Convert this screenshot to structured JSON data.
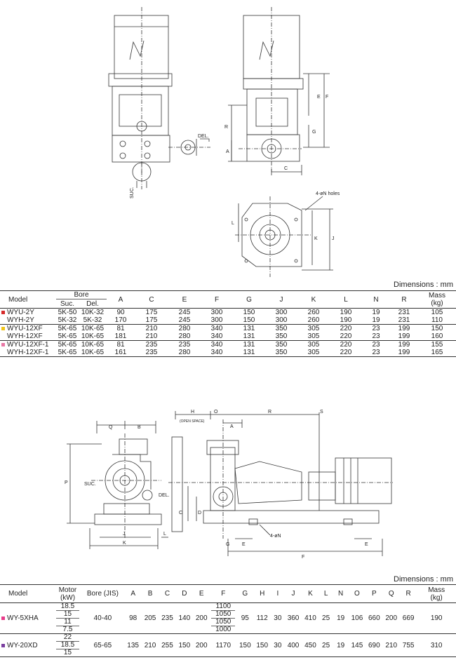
{
  "top_drawing": {
    "labels": {
      "del": "DEL.",
      "suc": "SUC.",
      "holes": "4-øN holes",
      "dims": [
        "E",
        "F",
        "R",
        "G",
        "A",
        "C",
        "L",
        "K",
        "J"
      ]
    }
  },
  "top_table": {
    "units": "Dimensions : mm",
    "headers": {
      "model": "Model",
      "bore": "Bore",
      "suc": "Suc.",
      "del": "Del.",
      "cols": [
        "A",
        "C",
        "E",
        "F",
        "G",
        "J",
        "K",
        "L",
        "N",
        "R"
      ],
      "mass": "Mass",
      "mass_unit": "(kg)"
    },
    "groups": [
      {
        "color": "#d62a2a",
        "models": [
          "WYU-2Y",
          "WYH-2Y"
        ],
        "suc": [
          "5K-50",
          "5K-32"
        ],
        "del": [
          "10K-32",
          "5K-32"
        ],
        "A": [
          "90",
          "170"
        ],
        "C": [
          "175",
          "175"
        ],
        "E": [
          "245",
          "245"
        ],
        "F": [
          "300",
          "300"
        ],
        "G": [
          "150",
          "150"
        ],
        "J": [
          "300",
          "300"
        ],
        "K": [
          "260",
          "260"
        ],
        "L": [
          "190",
          "190"
        ],
        "N": [
          "19",
          "19"
        ],
        "R": [
          "231",
          "231"
        ],
        "mass": [
          "105",
          "110"
        ]
      },
      {
        "color": "#f0c419",
        "models": [
          "WYU-12XF",
          "WYH-12XF"
        ],
        "suc": [
          "5K-65",
          "5K-65"
        ],
        "del": [
          "10K-65",
          "10K-65"
        ],
        "A": [
          "81",
          "181"
        ],
        "C": [
          "210",
          "210"
        ],
        "E": [
          "280",
          "280"
        ],
        "F": [
          "340",
          "340"
        ],
        "G": [
          "131",
          "131"
        ],
        "J": [
          "350",
          "350"
        ],
        "K": [
          "305",
          "305"
        ],
        "L": [
          "220",
          "220"
        ],
        "N": [
          "23",
          "23"
        ],
        "R": [
          "199",
          "199"
        ],
        "mass": [
          "150",
          "160"
        ]
      },
      {
        "color": "#e879a6",
        "models": [
          "WYU-12XF-1",
          "WYH-12XF-1"
        ],
        "suc": [
          "5K-65",
          "5K-65"
        ],
        "del": [
          "10K-65",
          "10K-65"
        ],
        "A": [
          "81",
          "161"
        ],
        "C": [
          "235",
          "235"
        ],
        "E": [
          "235",
          "280"
        ],
        "F": [
          "340",
          "340"
        ],
        "G": [
          "131",
          "131"
        ],
        "J": [
          "350",
          "350"
        ],
        "K": [
          "305",
          "305"
        ],
        "L": [
          "220",
          "220"
        ],
        "N": [
          "23",
          "23"
        ],
        "R": [
          "199",
          "199"
        ],
        "mass": [
          "155",
          "165"
        ]
      }
    ]
  },
  "bottom_drawing": {
    "labels": {
      "del": "DEL.",
      "suc": "SUC.",
      "open_space": "(OPEN SPACE)",
      "holes": "4-øN",
      "dims": [
        "Q",
        "B",
        "H",
        "O",
        "R",
        "S",
        "A",
        "P",
        "C",
        "D",
        "J",
        "L",
        "K",
        "G",
        "E",
        "E",
        "F"
      ]
    }
  },
  "bottom_table": {
    "units": "Dimensions : mm",
    "headers": {
      "model": "Model",
      "motor": "Motor",
      "motor_unit": "(kW)",
      "bore": "Bore (JIS)",
      "cols": [
        "A",
        "B",
        "C",
        "D",
        "E",
        "F",
        "G",
        "H",
        "I",
        "J",
        "K",
        "L",
        "N",
        "O",
        "P",
        "Q",
        "R"
      ],
      "mass": "Mass",
      "mass_unit": "(kg)"
    },
    "rows": [
      {
        "color": "#e83b8a",
        "model": "WY-5XHA",
        "motor": [
          "18.5",
          "15",
          "11",
          "7.5"
        ],
        "bore": "40-40",
        "A": "98",
        "B": "205",
        "C": "235",
        "D": "140",
        "E": "200",
        "F": [
          "1100",
          "1050",
          "1050",
          "1000"
        ],
        "G": "95",
        "H": "112",
        "I": "30",
        "J": "360",
        "K": "410",
        "L": "25",
        "N": "19",
        "O": "106",
        "P": "660",
        "Q": "200",
        "R": "669",
        "mass": "190"
      },
      {
        "color": "#7b3fa0",
        "model": "WY-20XD",
        "motor": [
          "22",
          "18.5",
          "15"
        ],
        "bore": "65-65",
        "A": "135",
        "B": "210",
        "C": "255",
        "D": "150",
        "E": "200",
        "F": [
          "1170"
        ],
        "G": "150",
        "H": "150",
        "I": "30",
        "J": "400",
        "K": "450",
        "L": "25",
        "N": "19",
        "O": "145",
        "P": "690",
        "Q": "210",
        "R": "755",
        "mass": "310"
      }
    ]
  }
}
